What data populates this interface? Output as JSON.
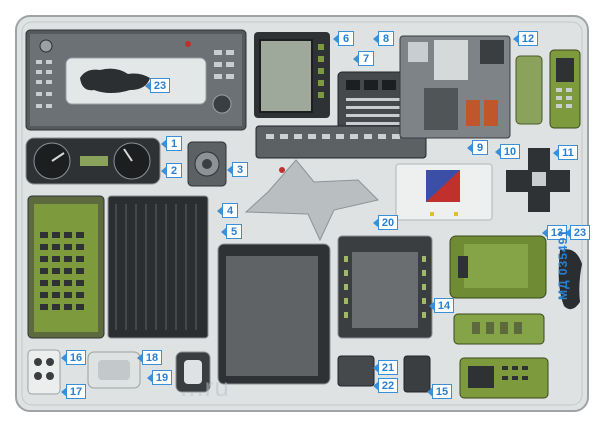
{
  "sheet": {
    "code": "МД 035491",
    "watermark": "...ru"
  },
  "labels": [
    "1",
    "2",
    "3",
    "4",
    "5",
    "6",
    "7",
    "8",
    "9",
    "10",
    "11",
    "12",
    "13",
    "14",
    "15",
    "16",
    "17",
    "18",
    "19",
    "20",
    "21",
    "22",
    "23",
    "23"
  ],
  "colors": {
    "sheet_bg": "#dadede",
    "metal": "#8d9296",
    "dark_panel": "#3b3e41",
    "olive": "#7d9a3d",
    "label_blue": "#2a7fcf"
  }
}
